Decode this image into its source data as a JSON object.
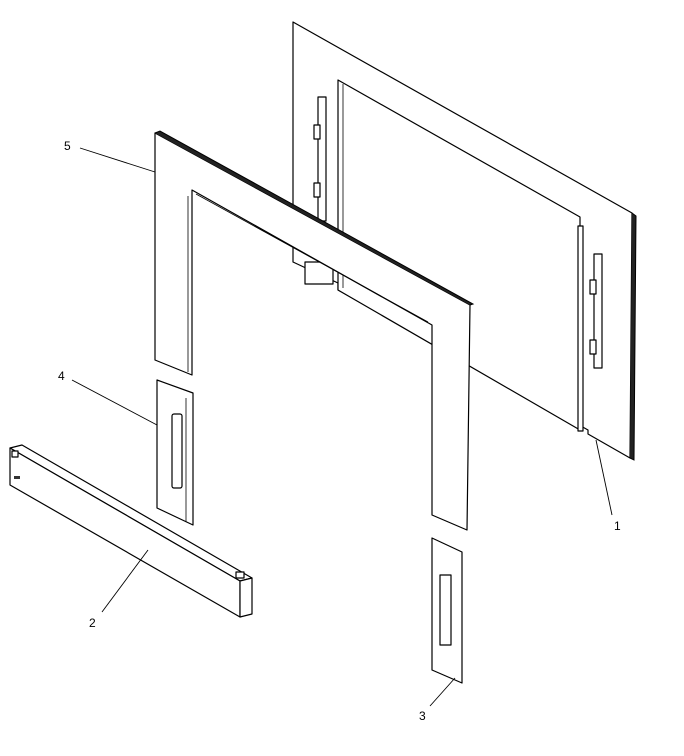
{
  "diagram": {
    "parts": [
      {
        "callout": "1"
      },
      {
        "callout": "2"
      },
      {
        "callout": "3"
      },
      {
        "callout": "4"
      },
      {
        "callout": "5"
      }
    ]
  }
}
